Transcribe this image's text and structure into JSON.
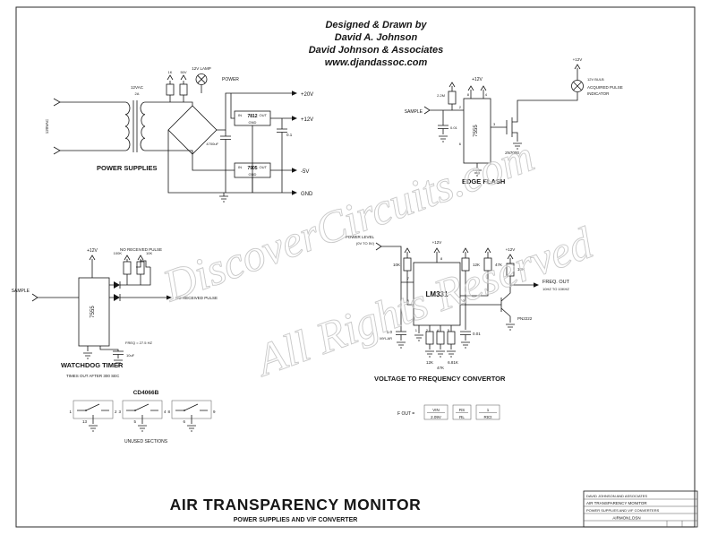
{
  "watermark": {
    "line1": "DiscoverCircuits.com",
    "line2": "All Rights Reserved"
  },
  "credits": {
    "line1": "Designed & Drawn by",
    "line2": "David A. Johnson",
    "line3": "David Johnson & Associates",
    "line4": "www.djandassoc.com"
  },
  "power": {
    "section_label": "POWER SUPPLIES",
    "input": "120VAC",
    "xfmr": "12VAC",
    "xfmr_rating": "2A",
    "r1": "1K",
    "r2": "50V",
    "lamp": "12V LAMP",
    "power": "POWER",
    "reg1": "7812",
    "reg2": "7905",
    "pin_in": "IN",
    "pin_out": "OUT",
    "pin_gnd": "GND",
    "c1": "4700uF",
    "c2": "0.1",
    "out1": "+20V",
    "out2": "+12V",
    "out3": "-5V",
    "out_gnd": "GND"
  },
  "edge_flash": {
    "section_label": "EDGE FLASH",
    "input": "SAMPLE",
    "vcc": "+12V",
    "vcc2": "+12V",
    "r1": "2.2M",
    "c1": "0.01",
    "ic": "7555",
    "pin2": "2",
    "pin6": "6",
    "pin3": "3",
    "pin4": "4",
    "pin8": "8",
    "q1": "2N7000",
    "bulb": "12V BULB",
    "ind1": "ACQUIRED PULSE",
    "ind2": "INDICATOR"
  },
  "watchdog": {
    "section_label": "WATCHDOG TIMER",
    "note": "TIMES OUT AFTER 300 SEC",
    "vcc": "+12V",
    "input": "SAMPLE",
    "ic": "7555",
    "no_pulse1": "NO RECEIVED PULSE",
    "no_pulse2": "NO RECEIVED PULSE",
    "r1": "100K",
    "r2": "10K",
    "c1": "10uF",
    "freq": "FREQ = 27.5 HZ"
  },
  "vfc": {
    "section_label": "VOLTAGE TO FREQUENCY CONVERTOR",
    "in1": "POWER LEVEL",
    "in2": "(0V TO 5V)",
    "ic": "LM331",
    "vcc": "+12V",
    "vcc2": "+12V",
    "pin1": "1",
    "pin2": "2",
    "pin3": "3",
    "pin4": "4",
    "pin5": "5",
    "pin6": "6",
    "pin7": "7",
    "pin8": "8",
    "r_in": "10K",
    "r_t1": "12K",
    "r_t2": "47K",
    "r_pull": "10K",
    "r_b1": "12K",
    "r_b2": "47K",
    "r_b3": "6.81K",
    "c1": "1.0",
    "c1_type": "MYLAR",
    "c2": "0.01",
    "q1": "PN2222",
    "out": "FREQ. OUT",
    "out_range": "10HZ TO 10KHZ",
    "formula": {
      "lhs": "F OUT =",
      "n1": "VIN",
      "d1": "2.09V",
      "n2": "RS",
      "d2": "RL",
      "n3": "1",
      "d3": "RtCt"
    }
  },
  "cd4066": {
    "section_label": "CD4066B",
    "note": "UNUSED SECTIONS",
    "switches": [
      {
        "a": "1",
        "b": "2",
        "c": "13"
      },
      {
        "a": "3",
        "b": "4",
        "c": "5"
      },
      {
        "a": "8",
        "b": "9",
        "c": "6"
      }
    ]
  },
  "title": {
    "main": "AIR TRANSPARENCY MONITOR",
    "sub": "POWER SUPPLIES AND V/F CONVERTER"
  },
  "title_block": {
    "company": "DAVID JOHNSON AND ASSOCIATES",
    "line1": "AIR TRANSPARENCY MONITOR",
    "line2": "POWER SUPPLIES AND V/F CONVERTERS",
    "file": "AIRMON1.DSN"
  }
}
